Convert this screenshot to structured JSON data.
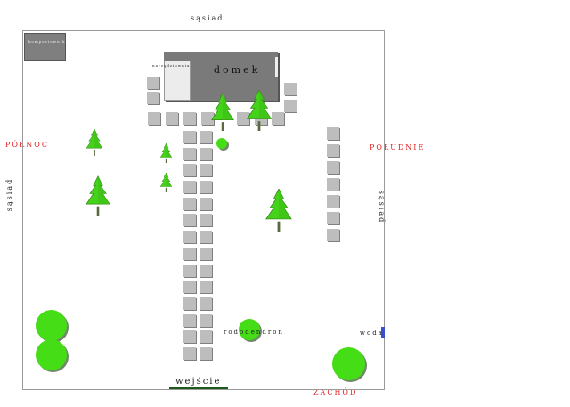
{
  "labels": {
    "top": "sąsiad",
    "left": "sąsiad",
    "right": "sąsiad",
    "north": "PÓŁNOC",
    "south": "POŁUDNIE",
    "west": "ZACHÓD",
    "entrance": "wejście",
    "house": "domek",
    "toolshed": "narzędziownia",
    "compost": "kompostownik",
    "rhododendron": "rododendron",
    "water": "woda"
  },
  "colors": {
    "house": "#7a7a7a",
    "compost": "#7f7f7f",
    "paving": "#bdbdbd",
    "plants": "#44dd16",
    "compass_labels": "#e32222",
    "entrance_bar": "#1e5a1e",
    "water_tap": "#3a4fd0"
  },
  "icons": [
    "conifer-tree-icon",
    "shrub-circle-icon",
    "paving-tile-icon"
  ]
}
